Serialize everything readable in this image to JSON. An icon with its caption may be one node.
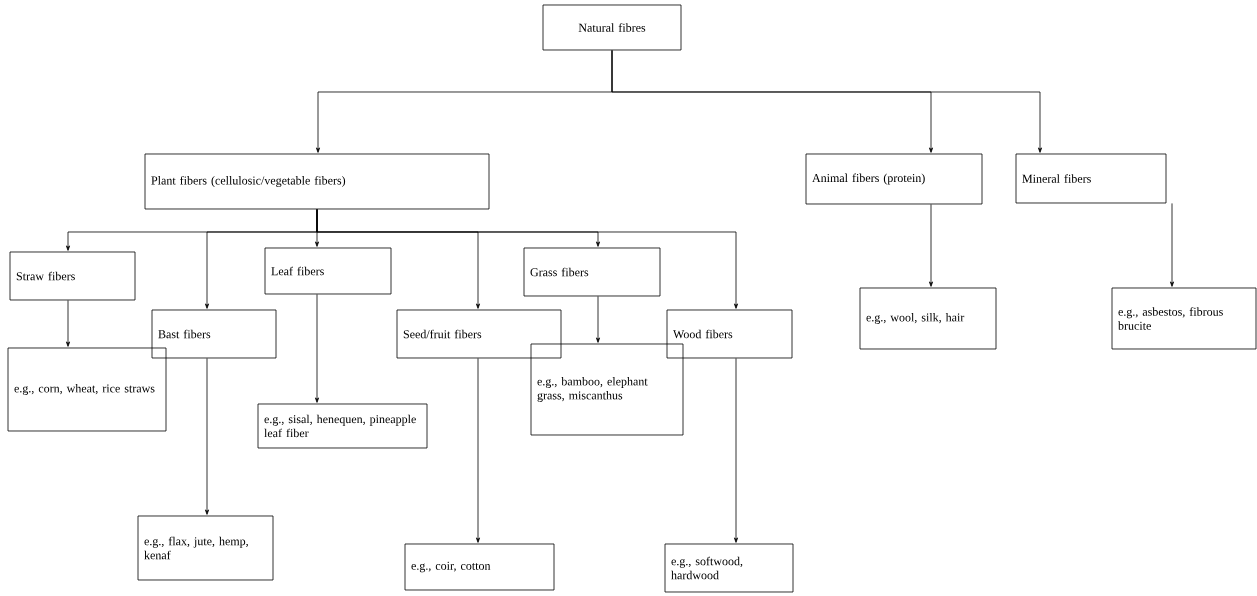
{
  "diagram": {
    "nodes": [
      {
        "text": [
          "Natural fibres"
        ]
      },
      {
        "text": [
          "Plant fibers (cellulosic/vegetable fibers)"
        ]
      },
      {
        "text": [
          "Animal fibers (protein)"
        ]
      },
      {
        "text": [
          "Mineral fibers"
        ]
      },
      {
        "text": [
          "Straw fibers"
        ]
      },
      {
        "text": [
          "Bast fibers"
        ]
      },
      {
        "text": [
          "Leaf fibers"
        ]
      },
      {
        "text": [
          "Seed/fruit fibers"
        ]
      },
      {
        "text": [
          "Grass fibers"
        ]
      },
      {
        "text": [
          "Wood fibers"
        ]
      },
      {
        "text": [
          "e.g., corn, wheat, rice straws"
        ]
      },
      {
        "text": [
          "e.g., flax, jute, hemp, kenaf"
        ]
      },
      {
        "text": [
          "e.g., sisal, henequen, pineapple leaf fiber"
        ]
      },
      {
        "text": [
          "e.g., coir, cotton"
        ]
      },
      {
        "text": [
          "e.g., bamboo, elephant grass, miscanthus"
        ]
      },
      {
        "text": [
          "e.g., softwood, hardwood"
        ]
      },
      {
        "text": [
          "e.g., wool, silk, hair"
        ]
      },
      {
        "text": [
          "e.g., asbestos, fibrous brucite"
        ]
      }
    ],
    "edges": [
      {
        "from": 0,
        "to": 1,
        "arrow": "to"
      },
      {
        "from": 0,
        "to": 2,
        "arrow": "to"
      },
      {
        "from": 0,
        "to": 3,
        "arrow": "to"
      },
      {
        "from": 1,
        "to": 4,
        "arrow": "to"
      },
      {
        "from": 1,
        "to": 5,
        "arrow": "to"
      },
      {
        "from": 1,
        "to": 6,
        "arrow": "to"
      },
      {
        "from": 1,
        "to": 7,
        "arrow": "to"
      },
      {
        "from": 1,
        "to": 8,
        "arrow": "to"
      },
      {
        "from": 1,
        "to": 9,
        "arrow": "to"
      },
      {
        "from": 4,
        "to": 10,
        "arrow": "to"
      },
      {
        "from": 5,
        "to": 11,
        "arrow": "to"
      },
      {
        "from": 6,
        "to": 12,
        "arrow": "to"
      },
      {
        "from": 7,
        "to": 13,
        "arrow": "to"
      },
      {
        "from": 8,
        "to": 14,
        "arrow": "to"
      },
      {
        "from": 9,
        "to": 15,
        "arrow": "to"
      },
      {
        "from": 2,
        "to": 16,
        "arrow": "to"
      },
      {
        "from": 3,
        "to": 17,
        "arrow": "to"
      }
    ]
  }
}
